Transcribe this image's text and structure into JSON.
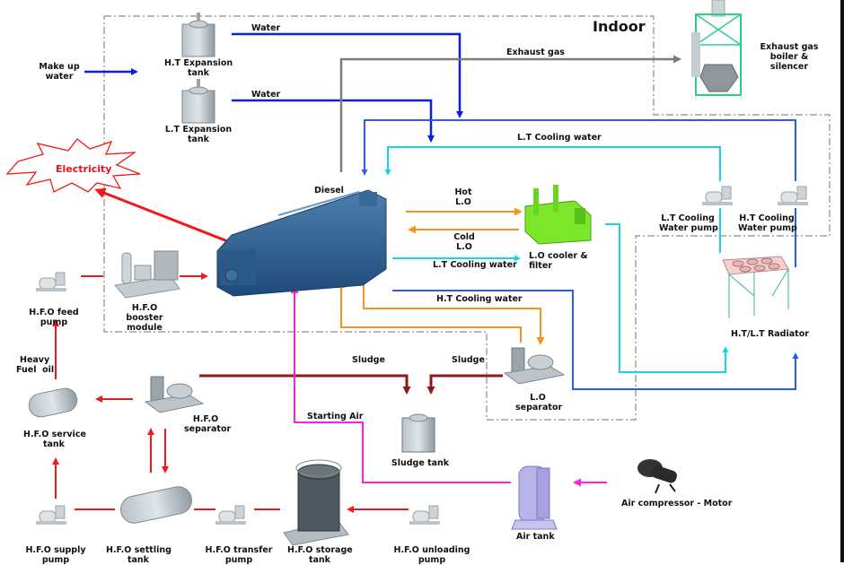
{
  "title": "Diesel power plant process flow diagram",
  "zones": {
    "indoor_label": "Indoor"
  },
  "colors": {
    "water": "#0a1fe6",
    "ht_cooling": "#2a5cf0",
    "lt_cooling": "#19d4e6",
    "exhaust": "#7a7a7a",
    "fuel": "#f01818",
    "lube_oil": "#f7941d",
    "sludge": "#8b1a1a",
    "starting_air": "#ff1ee6",
    "boundary": "#8c8c8c"
  },
  "equipment": {
    "ht_expansion_tank": [
      "H.T Expansion",
      "tank"
    ],
    "lt_expansion_tank": [
      "L.T Expansion",
      "tank"
    ],
    "make_up_water": [
      "Make up",
      "water"
    ],
    "electricity": "Electricity",
    "diesel": "Diesel",
    "exhaust_boiler": [
      "Exhaust gas",
      "boiler &",
      "silencer"
    ],
    "lo_cooler": [
      "L.O cooler &",
      "filter"
    ],
    "lt_cooling_pump": [
      "L.T Cooling",
      "Water pump"
    ],
    "ht_cooling_pump": [
      "H.T Cooling",
      "Water pump"
    ],
    "radiator": "H.T/L.T Radiator",
    "hfo_feed_pump": [
      "H.F.O feed",
      "pump"
    ],
    "hfo_booster": [
      "H.F.O",
      "booster",
      "module"
    ],
    "heavy_fuel_oil": [
      "Heavy",
      "Fuel  oil"
    ],
    "hfo_service_tank": [
      "H.F.O service",
      "tank"
    ],
    "hfo_separator": [
      "H.F.O",
      "separator"
    ],
    "lo_separator": [
      "L.O",
      "separator"
    ],
    "sludge_tank": "Sludge tank",
    "air_tank": "Air tank",
    "air_compressor": "Air compressor - Motor",
    "hfo_supply_pump": [
      "H.F.O supply",
      "pump"
    ],
    "hfo_settling_tank": [
      "H.F.O settling",
      "tank"
    ],
    "hfo_transfer_pump": [
      "H.F.O transfer",
      "pump"
    ],
    "hfo_storage_tank": [
      "H.F.O storage",
      "tank"
    ],
    "hfo_unloading_pump": [
      "H.F.O unloading",
      "pump"
    ]
  },
  "flows": {
    "water_1": "Water",
    "water_2": "Water",
    "exhaust_gas": "Exhaust gas",
    "lt_cooling_water_top": "L.T Cooling water",
    "hot_lo": [
      "Hot",
      "L.O"
    ],
    "cold_lo": [
      "Cold",
      "L.O"
    ],
    "lt_cooling_water_mid": "L.T Cooling water",
    "ht_cooling_water": "H.T Cooling water",
    "sludge_1": "Sludge",
    "sludge_2": "Sludge",
    "starting_air": "Starting Air"
  }
}
